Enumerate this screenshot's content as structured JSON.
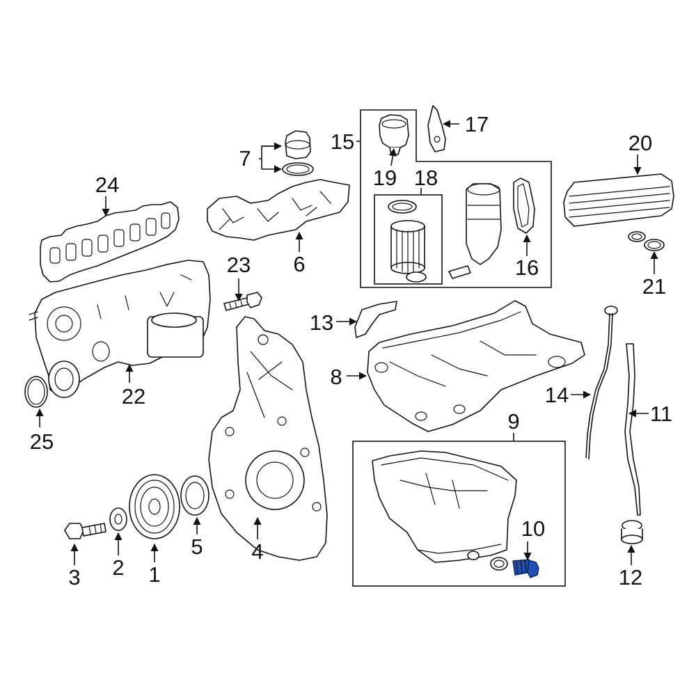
{
  "highlight_color": "#1f4fb5",
  "callouts": [
    {
      "id": "1",
      "label": "1"
    },
    {
      "id": "2",
      "label": "2"
    },
    {
      "id": "3",
      "label": "3"
    },
    {
      "id": "4",
      "label": "4"
    },
    {
      "id": "5",
      "label": "5"
    },
    {
      "id": "6",
      "label": "6"
    },
    {
      "id": "7",
      "label": "7"
    },
    {
      "id": "8",
      "label": "8"
    },
    {
      "id": "9",
      "label": "9"
    },
    {
      "id": "10",
      "label": "10"
    },
    {
      "id": "11",
      "label": "11"
    },
    {
      "id": "12",
      "label": "12"
    },
    {
      "id": "13",
      "label": "13"
    },
    {
      "id": "14",
      "label": "14"
    },
    {
      "id": "15",
      "label": "15"
    },
    {
      "id": "16",
      "label": "16"
    },
    {
      "id": "17",
      "label": "17"
    },
    {
      "id": "18",
      "label": "18"
    },
    {
      "id": "19",
      "label": "19"
    },
    {
      "id": "20",
      "label": "20"
    },
    {
      "id": "21",
      "label": "21"
    },
    {
      "id": "22",
      "label": "22"
    },
    {
      "id": "23",
      "label": "23"
    },
    {
      "id": "24",
      "label": "24"
    },
    {
      "id": "25",
      "label": "25"
    }
  ],
  "highlighted_part": "10"
}
